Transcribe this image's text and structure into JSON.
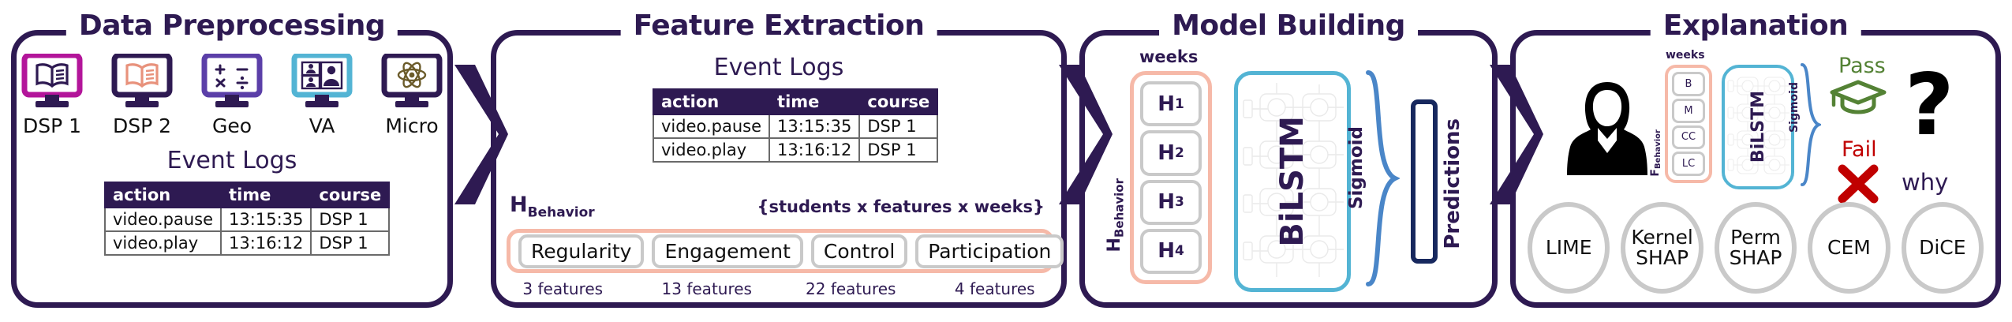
{
  "diagram": {
    "title_color": "#2e1a52",
    "accent_salmon": "#f6b9a8",
    "accent_blue": "#53b4d4",
    "accent_navy": "#17285e",
    "pass_color": "#548235",
    "fail_color": "#c00000"
  },
  "panels": [
    {
      "id": "data-preprocessing",
      "title": "Data Preprocessing",
      "courses": [
        {
          "label": "DSP 1",
          "icon": "monitor-book-icon"
        },
        {
          "label": "DSP 2",
          "icon": "monitor-book-icon"
        },
        {
          "label": "Geo",
          "icon": "monitor-math-icon"
        },
        {
          "label": "VA",
          "icon": "monitor-video-conference-icon"
        },
        {
          "label": "Micro",
          "icon": "monitor-atom-icon"
        }
      ],
      "event_logs": {
        "title": "Event Logs",
        "columns": [
          "action",
          "time",
          "course"
        ],
        "rows": [
          [
            "video.pause",
            "13:15:35",
            "DSP 1"
          ],
          [
            "video.play",
            "13:16:12",
            "DSP 1"
          ]
        ]
      }
    },
    {
      "id": "feature-extraction",
      "title": "Feature Extraction",
      "event_logs": {
        "title": "Event Logs",
        "columns": [
          "action",
          "time",
          "course"
        ],
        "rows": [
          [
            "video.pause",
            "13:15:35",
            "DSP 1"
          ],
          [
            "video.play",
            "13:16:12",
            "DSP 1"
          ]
        ]
      },
      "h_behavior_label": "H",
      "h_behavior_sub": "Behavior",
      "dims_label": "{students x features x weeks}",
      "feature_groups": [
        {
          "name": "Regularity",
          "count": "3 features"
        },
        {
          "name": "Engagement",
          "count": "13 features"
        },
        {
          "name": "Control",
          "count": "22 features"
        },
        {
          "name": "Participation",
          "count": "4 features"
        }
      ]
    },
    {
      "id": "model-building",
      "title": "Model Building",
      "weeks_label": "weeks",
      "h_behavior_label": "H",
      "h_behavior_sub": "Behavior",
      "h_cells": [
        {
          "label": "H",
          "sub": "1"
        },
        {
          "label": "H",
          "sub": "2"
        },
        {
          "label": "H",
          "sub": "3"
        },
        {
          "label": "H",
          "sub": "4"
        }
      ],
      "model_name": "BiLSTM",
      "activation_label": "Sigmoid",
      "output_label": "Predictions"
    },
    {
      "id": "explanation",
      "title": "Explanation",
      "weeks_label": "weeks",
      "f_behavior_label": "F",
      "f_behavior_sub": "Behavior",
      "feature_cells": [
        "B",
        "M",
        "CC",
        "LC"
      ],
      "model_name": "BiLSTM",
      "activation_label": "Sigmoid",
      "pass_label": "Pass",
      "fail_label": "Fail",
      "why_label": "why",
      "question_mark": "?",
      "xai_methods": [
        "LIME",
        "Kernel\nSHAP",
        "Perm\nSHAP",
        "CEM",
        "DiCE"
      ]
    }
  ]
}
